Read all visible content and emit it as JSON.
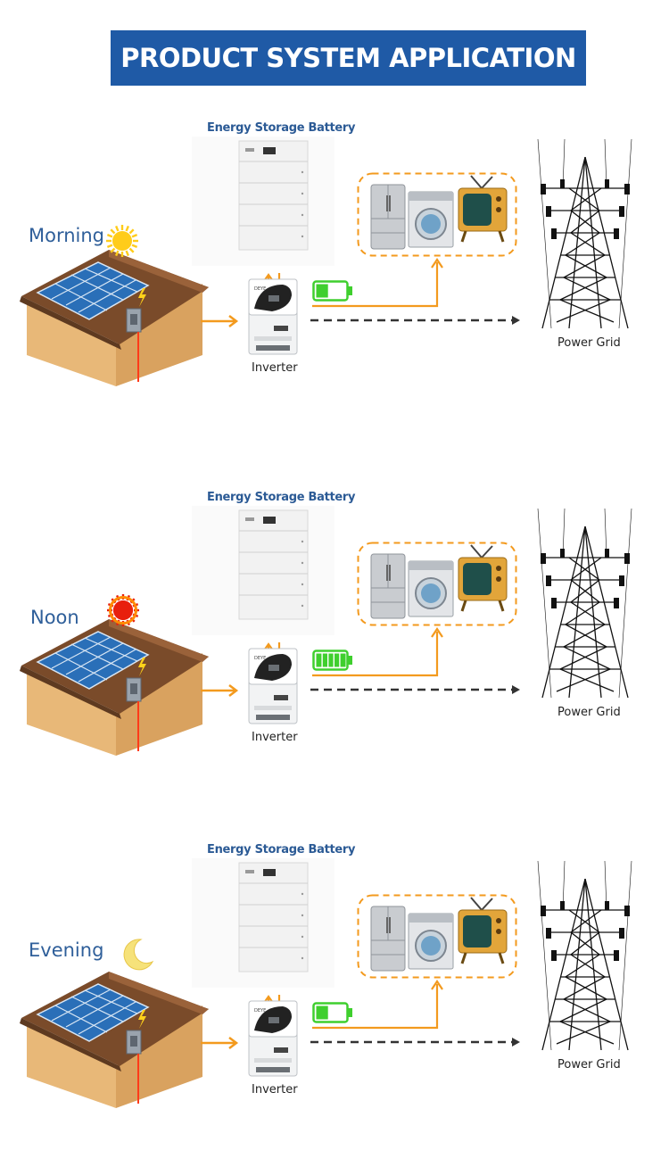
{
  "header": {
    "title": "PRODUCT SYSTEM APPLICATION"
  },
  "labels": {
    "battery": "Energy Storage Battery",
    "inverter": "Inverter",
    "grid": "Power Grid"
  },
  "scenes": [
    {
      "time": "Morning",
      "time_icon": "sun-icon",
      "sun_color": "#ffcc1a",
      "battery_level": 0.4,
      "battery_color": "#3fcf2e"
    },
    {
      "time": "Noon",
      "time_icon": "sun-icon",
      "sun_color": "#e81f0d",
      "battery_level": 1.0,
      "battery_color": "#3fcf2e"
    },
    {
      "time": "Evening",
      "time_icon": "moon-icon",
      "sun_color": "#f6e27a",
      "battery_level": 0.4,
      "battery_color": "#3fcf2e"
    }
  ],
  "colors": {
    "banner": "#1f5aa6",
    "flow_arrow": "#f39a1e",
    "label_blue": "#2b5a95"
  }
}
